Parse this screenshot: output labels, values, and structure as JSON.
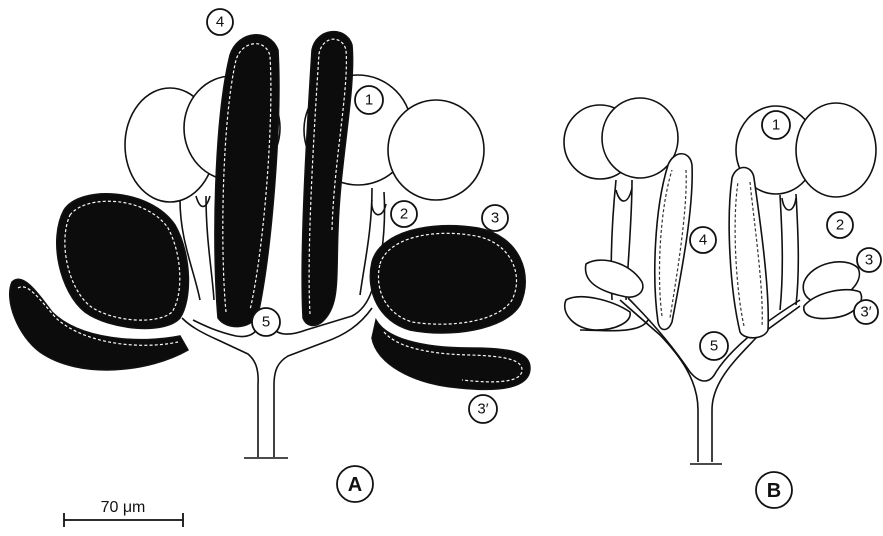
{
  "panels": [
    {
      "id": "A",
      "label": "A"
    },
    {
      "id": "B",
      "label": "B"
    }
  ],
  "structure_labels": {
    "l1": "1",
    "l2": "2",
    "l3": "3",
    "l3p": "3′",
    "l4": "4",
    "l5": "5"
  },
  "scale_bar": {
    "label": "70 μm"
  },
  "colors": {
    "ink": "#111111",
    "filled": "#0c0c0c",
    "paper": "#ffffff"
  }
}
